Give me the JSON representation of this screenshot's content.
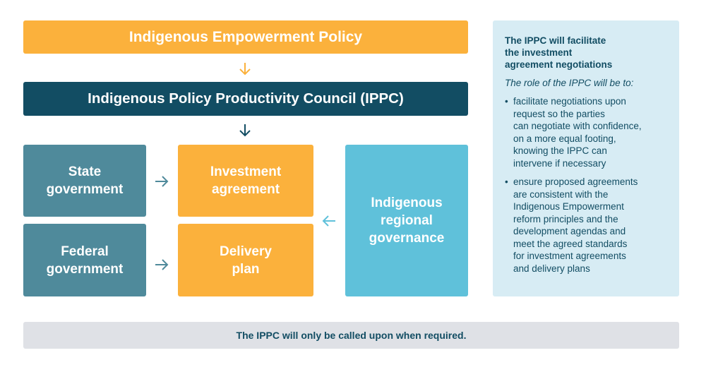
{
  "diagram": {
    "top_box": "Indigenous Empowerment Policy",
    "council_box": "Indigenous Policy Productivity Council (IPPC)",
    "state_box": "State\ngovernment",
    "federal_box": "Federal\ngovernment",
    "investment_box": "Investment\nagreement",
    "delivery_box": "Delivery\nplan",
    "regional_box": "Indigenous\nregional\ngovernance"
  },
  "side_panel": {
    "heading": "The IPPC will facilitate\nthe investment\nagreement negotiations",
    "intro": "The role of the IPPC will be to:",
    "items": [
      "facilitate negotiations upon\nrequest so the parties\ncan negotiate with confidence,\non a more equal footing,\nknowing the IPPC can\nintervene if necessary",
      "ensure proposed agreements\nare consistent with the\nIndigenous Empowerment\nreform principles and the\ndevelopment agendas and\nmeet the agreed standards\nfor investment agreements\nand delivery plans"
    ]
  },
  "footer": "The IPPC will only be called upon when required.",
  "colors": {
    "orange": "#fbb13c",
    "navy": "#124d63",
    "teal": "#4f8a9b",
    "cyan": "#5fc1da",
    "panel": "#d7ecf4",
    "footer_bg": "#dfe1e6"
  }
}
